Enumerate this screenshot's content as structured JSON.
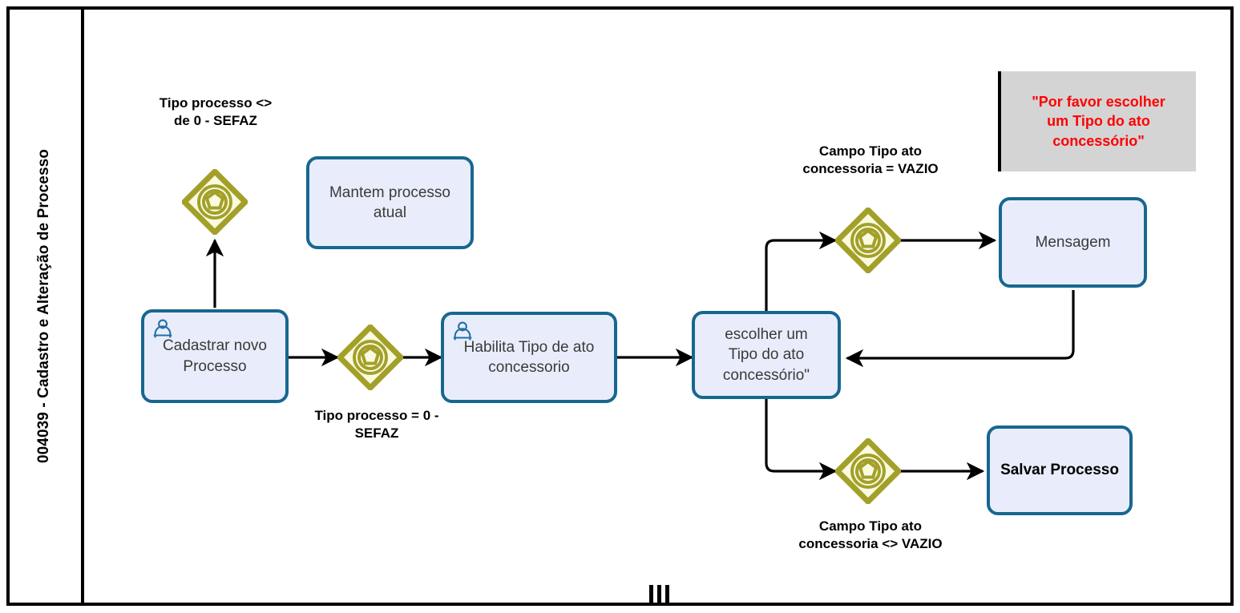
{
  "pool": {
    "lane_title": "004039 - Cadastro e Alteração de Processo",
    "handle_icon": "lane-collapse-handle"
  },
  "colors": {
    "task_fill": "#e9edfb",
    "task_border": "#17678f",
    "gateway_fill": "#fafae0",
    "gateway_stroke": "#a3a029",
    "annotation_fill": "#d4d4d4",
    "annotation_text": "#ff0000",
    "frame": "#000000",
    "flow": "#000000",
    "user_icon": "#1f6fa5"
  },
  "tasks": [
    {
      "id": "cadastrar",
      "label": "Cadastrar  novo\nProcesso",
      "user_task": true,
      "bold": false
    },
    {
      "id": "mantem",
      "label": "Mantem processo\natual",
      "user_task": false,
      "bold": false
    },
    {
      "id": "habilita",
      "label": "Habilita Tipo de ato\nconcessorio",
      "user_task": true,
      "bold": false
    },
    {
      "id": "escolher",
      "label": "escolher um\nTipo do ato\nconcessório\"",
      "user_task": false,
      "bold": false
    },
    {
      "id": "mensagem",
      "label": "Mensagem",
      "user_task": false,
      "bold": false
    },
    {
      "id": "salvar",
      "label": "Salvar Processo",
      "user_task": false,
      "bold": true
    }
  ],
  "gateways": [
    {
      "id": "gw-tipo-nao-sefaz",
      "marker": "complex-gateway-icon"
    },
    {
      "id": "gw-tipo-processo",
      "marker": "complex-gateway-icon"
    },
    {
      "id": "gw-campo-vazio",
      "marker": "complex-gateway-icon"
    },
    {
      "id": "gw-campo-nao-vazio",
      "marker": "complex-gateway-icon"
    }
  ],
  "conditions": [
    {
      "id": "cond-nao-sefaz",
      "text": "Tipo processo <>\nde 0 - SEFAZ"
    },
    {
      "id": "cond-sefaz",
      "text": "Tipo processo  = 0 -\nSEFAZ"
    },
    {
      "id": "cond-campo-vazio",
      "text": "Campo Tipo ato\nconcessoria = VAZIO"
    },
    {
      "id": "cond-campo-preench",
      "text": "Campo Tipo ato\nconcessoria <> VAZIO"
    }
  ],
  "annotation": {
    "id": "annotation-mensagem",
    "text": "\"Por favor escolher\num Tipo do ato\nconcessório\""
  }
}
